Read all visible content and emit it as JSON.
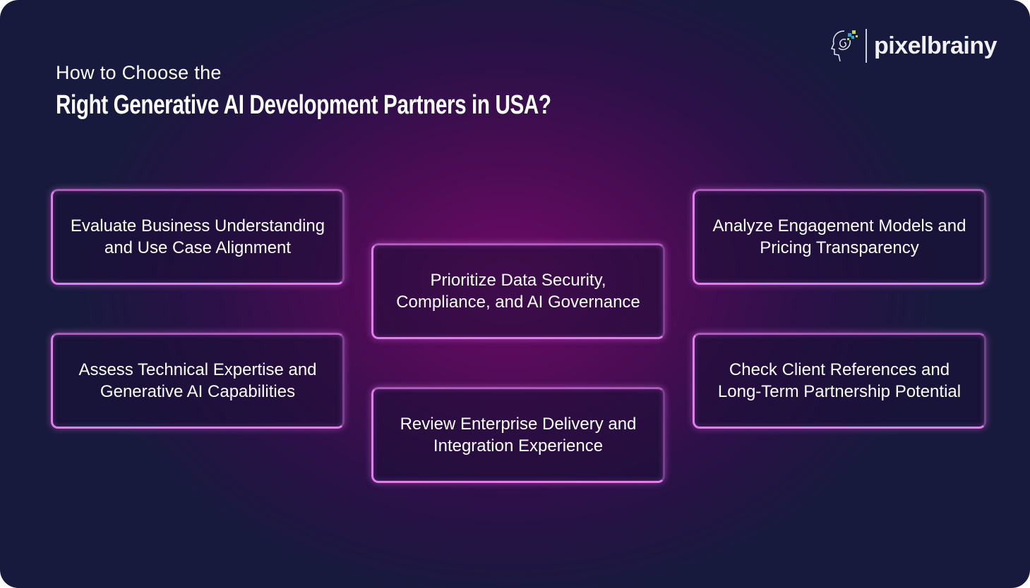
{
  "header": {
    "subtitle": "How to Choose the",
    "title": "Right Generative AI Development Partners in USA?"
  },
  "brand": {
    "name": "pixelbrainy",
    "icon": "brain-head-icon"
  },
  "cards": [
    {
      "label": "Evaluate Business Understanding and Use Case Alignment"
    },
    {
      "label": "Assess Technical Expertise and Generative AI Capabilities"
    },
    {
      "label": "Prioritize Data Security, Compliance, and AI Governance"
    },
    {
      "label": "Review Enterprise Delivery and Integration Experience"
    },
    {
      "label": "Analyze Engagement Models and Pricing Transparency"
    },
    {
      "label": "Check Client References and Long-Term Partnership Potential"
    }
  ],
  "colors": {
    "accent": "#e47cf0",
    "background": "#4d0c55"
  }
}
